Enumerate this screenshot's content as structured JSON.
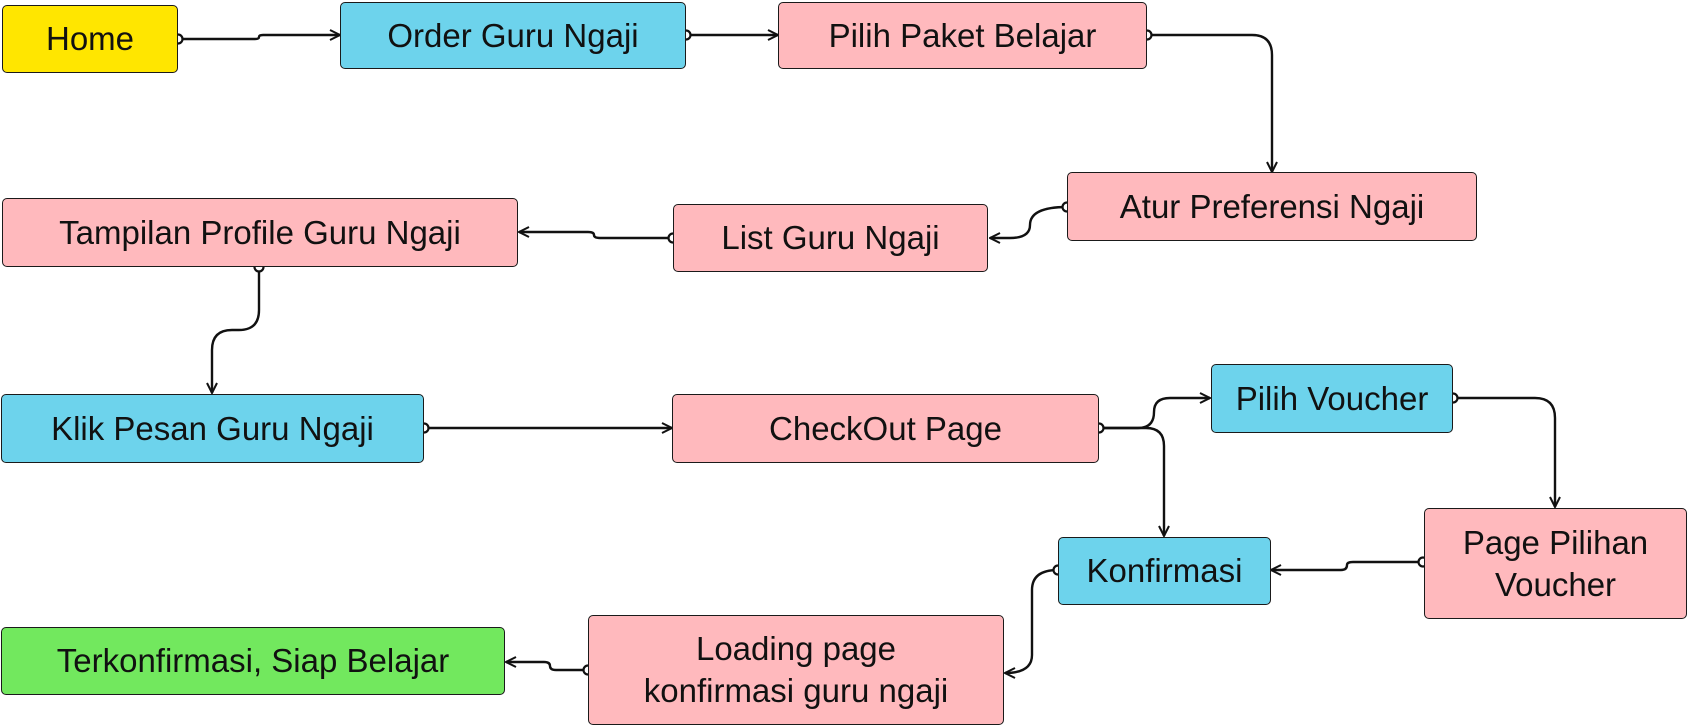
{
  "nodes": {
    "home": "Home",
    "order": "Order Guru Ngaji",
    "paket": "Pilih Paket Belajar",
    "atur": "Atur Preferensi Ngaji",
    "list": "List Guru Ngaji",
    "profile": "Tampilan Profile Guru Ngaji",
    "klik": "Klik Pesan Guru Ngaji",
    "checkout": "CheckOut Page",
    "voucher": "Pilih Voucher",
    "pagevoucher": "Page Pilihan\nVoucher",
    "konfirmasi": "Konfirmasi",
    "loading": "Loading page\nkonfirmasi guru ngaji",
    "terkonfirmasi": "Terkonfirmasi, Siap Belajar"
  },
  "colors": {
    "start": "#ffe600",
    "action": "#6dd3ec",
    "page": "#ffb9bd",
    "end": "#72e85e"
  }
}
